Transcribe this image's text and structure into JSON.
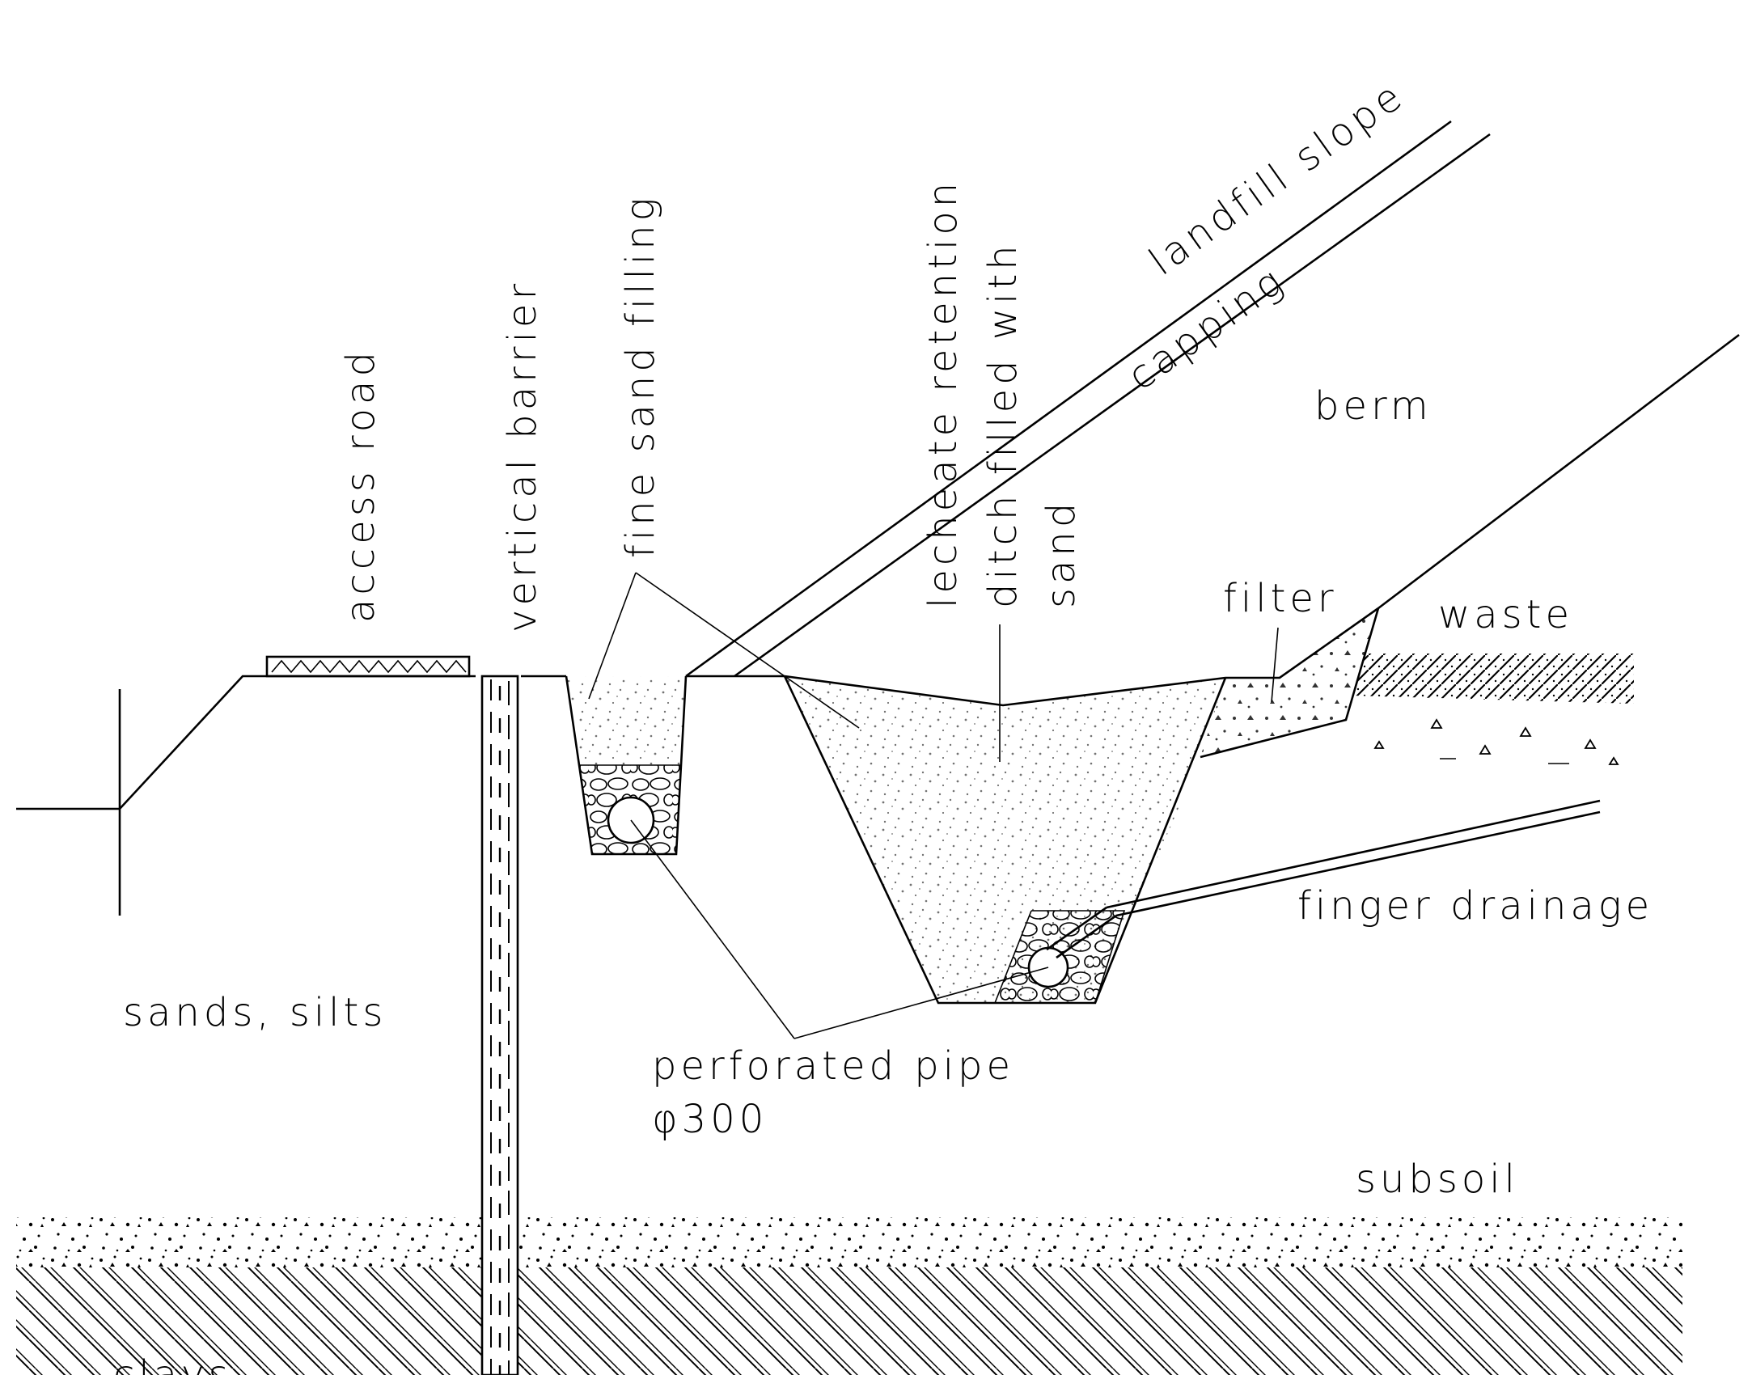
{
  "labels": {
    "access_road": "access road",
    "vertical_barrier": "vertical barrier",
    "fine_sand_filling": "fine sand filling",
    "lecheate_retention": "lecheate retention",
    "ditch_filled_with": "ditch filled with",
    "sand": "sand",
    "landfill_slope": "landfill slope",
    "capping": "capping",
    "berm": "berm",
    "filter": "filter",
    "waste": "waste",
    "finger_drainage": "finger drainage",
    "sands_silts": "sands, silts",
    "perforated_pipe": "perforated pipe",
    "pipe_diameter": "φ300",
    "subsoil": "subsoil",
    "clays": "clays"
  }
}
